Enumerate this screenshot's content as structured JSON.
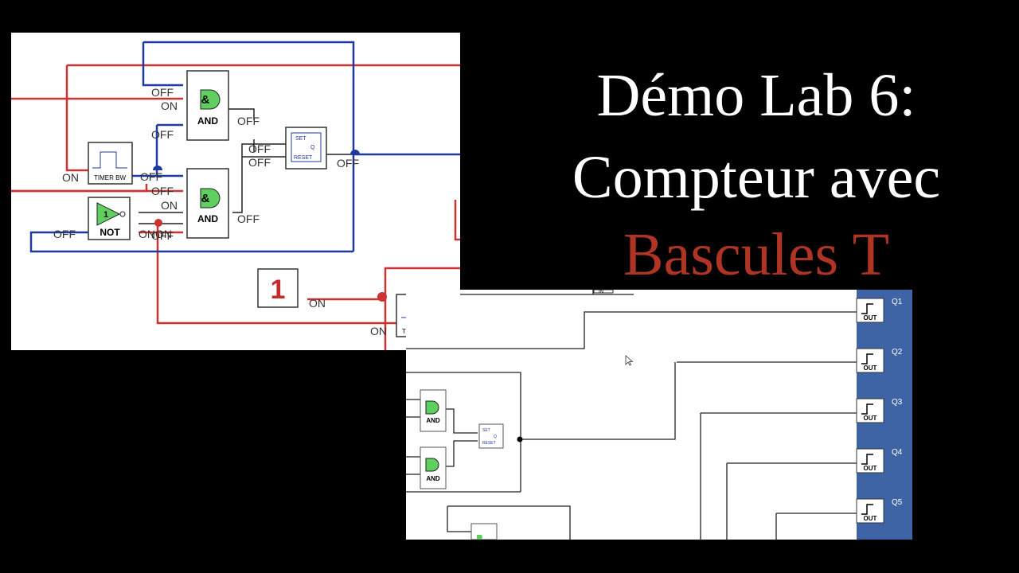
{
  "title": {
    "line1": "Démo Lab 6:",
    "line2": "Compteur avec",
    "line3": "Bascules T"
  },
  "colors": {
    "title_white": "#ffffff",
    "title_red": "#b03424",
    "wire_red": "#cc3333",
    "wire_blue": "#1f3a9e",
    "and_green": "#5fd05f",
    "output_panel": "#3e64a6"
  },
  "top_panel": {
    "and_label": "AND",
    "not_label": "NOT",
    "not_symbol": "1",
    "timer_label": "TIMER BW",
    "sr_set": "SET",
    "sr_q": "Q",
    "sr_reset": "RESET",
    "const_value": "1",
    "on": "ON",
    "off": "OFF",
    "onon": "ONON",
    "partial_o": "O"
  },
  "bottom_panel": {
    "and_label": "AND",
    "out_label": "OUT",
    "sr_set": "SET",
    "sr_q": "Q",
    "sr_reset": "RESET",
    "partial_in": "IN",
    "outputs": [
      "Q1",
      "Q2",
      "Q3",
      "Q4",
      "Q5"
    ]
  }
}
